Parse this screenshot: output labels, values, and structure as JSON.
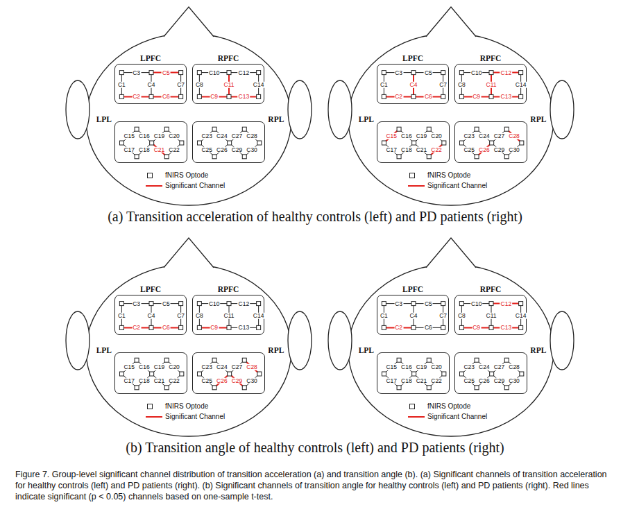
{
  "diagram": {
    "caption": "Figure 7. Group-level significant channel distribution of transition acceleration (a) and transition angle (b). (a) Significant channels of transition acceleration for healthy controls (left) and PD patients (right). (b) Significant channels of transition angle for healthy controls (left) and PD patients (right). Red lines indicate significant (p < 0.05) channels based on one-sample t-test.",
    "nodes": [
      {
        "text": [
          "LPFC",
          "C3",
          "C5",
          "C1",
          "C4",
          "C7",
          "C2",
          "C6"
        ]
      },
      {
        "text": [
          "RPFC",
          "C10",
          "C12",
          "C8",
          "C11",
          "C14",
          "C9",
          "C13"
        ]
      },
      {
        "text": [
          "LPL",
          "C15",
          "C16",
          "C19",
          "C20",
          "C17",
          "C18",
          "C21",
          "C22"
        ]
      },
      {
        "text": [
          "RPL",
          "C23",
          "C24",
          "C27",
          "C28",
          "C25",
          "C26",
          "C29",
          "C30"
        ]
      },
      {
        "text": [
          "LPFC",
          "C3",
          "C5",
          "C1",
          "C4",
          "C7",
          "C2",
          "C6"
        ]
      },
      {
        "text": [
          "RPFC",
          "C10",
          "C12",
          "C8",
          "C11",
          "C14",
          "C9",
          "C13"
        ]
      },
      {
        "text": [
          "LPL",
          "C15",
          "C16",
          "C19",
          "C20",
          "C17",
          "C18",
          "C21",
          "C22"
        ]
      },
      {
        "text": [
          "RPL",
          "C23",
          "C24",
          "C27",
          "C28",
          "C25",
          "C26",
          "C29",
          "C30"
        ]
      },
      {
        "text": [
          "LPFC",
          "C3",
          "C5",
          "C1",
          "C4",
          "C7",
          "C2",
          "C6"
        ]
      },
      {
        "text": [
          "RPFC",
          "C10",
          "C12",
          "C8",
          "C11",
          "C14",
          "C9",
          "C13"
        ]
      },
      {
        "text": [
          "LPL",
          "C15",
          "C16",
          "C19",
          "C20",
          "C17",
          "C18",
          "C21",
          "C22"
        ]
      },
      {
        "text": [
          "RPL",
          "C23",
          "C24",
          "C27",
          "C28",
          "C25",
          "C26",
          "C29",
          "C30"
        ]
      },
      {
        "text": [
          "LPFC",
          "C3",
          "C5",
          "C1",
          "C4",
          "C7",
          "C2",
          "C6"
        ]
      },
      {
        "text": [
          "RPFC",
          "C10",
          "C12",
          "C8",
          "C11",
          "C14",
          "C9",
          "C13"
        ]
      },
      {
        "text": [
          "LPL",
          "C15",
          "C16",
          "C19",
          "C20",
          "C17",
          "C18",
          "C21",
          "C22"
        ]
      },
      {
        "text": [
          "RPL",
          "C23",
          "C24",
          "C27",
          "C28",
          "C25",
          "C26",
          "C29",
          "C30"
        ]
      }
    ],
    "labels": [
      "(a) Transition acceleration of healthy controls (left) and PD patients (right)",
      "(b) Transition angle of healthy controls (left) and PD patients (right)"
    ],
    "legend": [
      {
        "text": "fNIRS Optode"
      },
      {
        "text": "Significant Channel"
      },
      {
        "text": "fNIRS Optode"
      },
      {
        "text": "Significant Channel"
      },
      {
        "text": "fNIRS Optode"
      },
      {
        "text": "Significant Channel"
      },
      {
        "text": "fNIRS Optode"
      },
      {
        "text": "Significant Channel"
      }
    ]
  }
}
